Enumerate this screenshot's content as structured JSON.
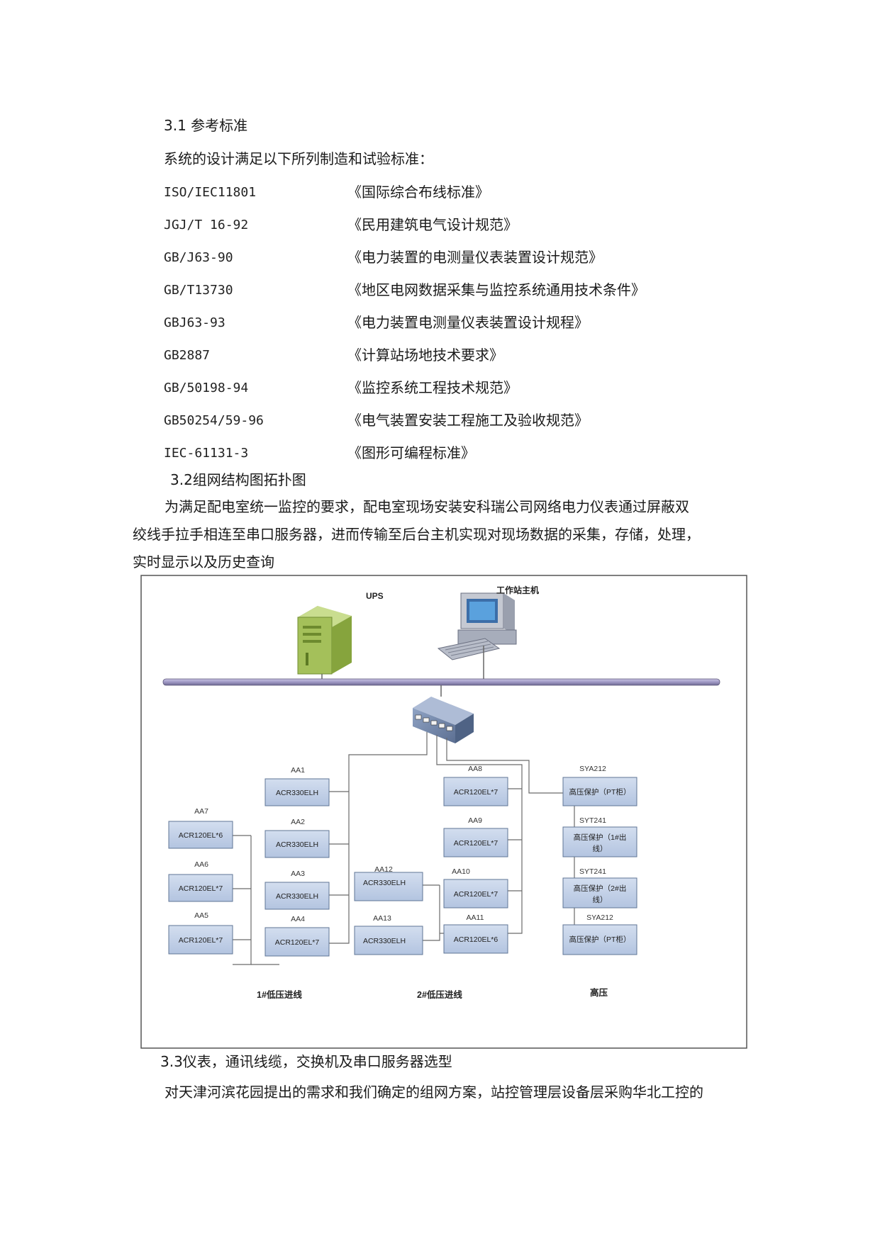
{
  "section_3_1": {
    "heading": "3.1 参考标准",
    "intro": "系统的设计满足以下所列制造和试验标准：",
    "standards": [
      {
        "code": "ISO/IEC11801",
        "title": "《国际综合布线标准》"
      },
      {
        "code": "JGJ/T 16-92",
        "title": "《民用建筑电气设计规范》"
      },
      {
        "code": "GB/J63-90",
        "title": "《电力装置的电测量仪表装置设计规范》"
      },
      {
        "code": "GB/T13730",
        "title": "《地区电网数据采集与监控系统通用技术条件》"
      },
      {
        "code": "GBJ63-93",
        "title": "《电力装置电测量仪表装置设计规程》"
      },
      {
        "code": "GB2887",
        "title": "《计算站场地技术要求》"
      },
      {
        "code": "GB/50198-94",
        "title": "《监控系统工程技术规范》"
      },
      {
        "code": "GB50254/59-96",
        "title": "《电气装置安装工程施工及验收规范》"
      },
      {
        "code": "IEC-61131-3",
        "title": "《图形可编程标准》"
      }
    ]
  },
  "section_3_2": {
    "heading": "3.2组网结构图拓扑图",
    "para_lines": [
      "为满足配电室统一监控的要求，配电室现场安装安科瑞公司网络电力仪表通过屏蔽双",
      "绞线手拉手相连至串口服务器，进而传输至后台主机实现对现场数据的采集，存储，处理，",
      "实时显示以及历史查询"
    ]
  },
  "diagram": {
    "ups_label": "UPS",
    "workstation_label": "工作站主机",
    "col1_devices": [
      {
        "tag": "AA7",
        "model": "ACR120EL*6"
      },
      {
        "tag": "AA6",
        "model": "ACR120EL*7"
      },
      {
        "tag": "AA5",
        "model": "ACR120EL*7"
      }
    ],
    "col2_devices": [
      {
        "tag": "AA1",
        "model": "ACR330ELH"
      },
      {
        "tag": "AA2",
        "model": "ACR330ELH"
      },
      {
        "tag": "AA3",
        "model": "ACR330ELH"
      },
      {
        "tag": "AA4",
        "model": "ACR120EL*7"
      }
    ],
    "col3_devices": [
      {
        "tag": "AA12",
        "model": "ACR330ELH"
      },
      {
        "tag": "AA13",
        "model": "ACR330ELH"
      }
    ],
    "col4_devices": [
      {
        "tag": "AA8",
        "model": "ACR120EL*7"
      },
      {
        "tag": "AA9",
        "model": "ACR120EL*7"
      },
      {
        "tag": "AA10",
        "model": "ACR120EL*7"
      },
      {
        "tag": "AA11",
        "model": "ACR120EL*6"
      }
    ],
    "col5_devices": [
      {
        "tag": "SYA212",
        "model_lines": [
          "高压保护（PT柜）"
        ]
      },
      {
        "tag": "SYT241",
        "model_lines": [
          "高压保护（1#出",
          "线）"
        ]
      },
      {
        "tag": "SYT241",
        "model_lines": [
          "高压保护（2#出",
          "线）"
        ]
      },
      {
        "tag": "SYA212",
        "model_lines": [
          "高压保护（PT柜）"
        ]
      }
    ],
    "group_labels": {
      "low1": "1#低压进线",
      "low2": "2#低压进线",
      "high": "高压"
    }
  },
  "section_3_3": {
    "heading": "3.3仪表，通讯线缆，交换机及串口服务器选型",
    "para": "对天津河滨花园提出的需求和我们确定的组网方案，站控管理层设备层采购华北工控的"
  },
  "colors": {
    "box_fill": "#c6d4ea",
    "box_stroke": "#5f7595",
    "bus_fill": "#a6a0c8",
    "ups_fill": "#a4c05a",
    "line": "#6a6a6a"
  }
}
